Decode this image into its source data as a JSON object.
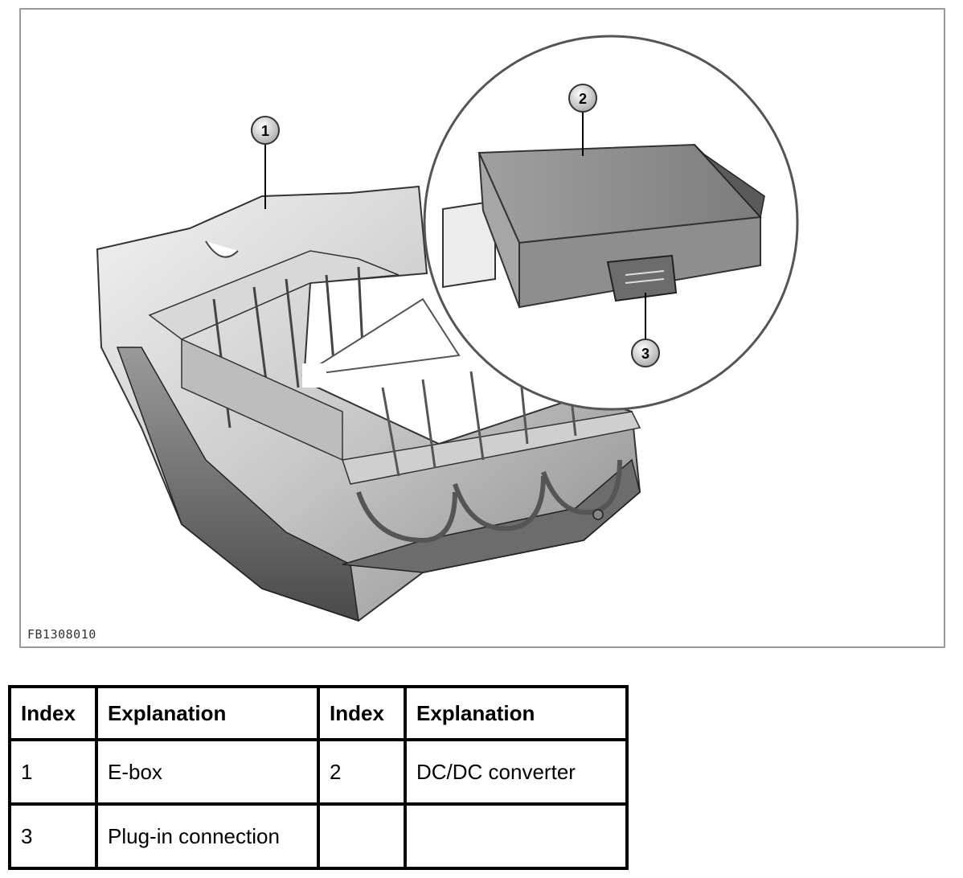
{
  "figure": {
    "code": "FB1308010",
    "callouts": [
      "1",
      "2",
      "3"
    ]
  },
  "table": {
    "headers": [
      "Index",
      "Explanation",
      "Index",
      "Explanation"
    ],
    "rows": [
      [
        "1",
        "E-box",
        "2",
        "DC/DC converter"
      ],
      [
        "3",
        "Plug-in connection",
        "",
        ""
      ]
    ]
  }
}
